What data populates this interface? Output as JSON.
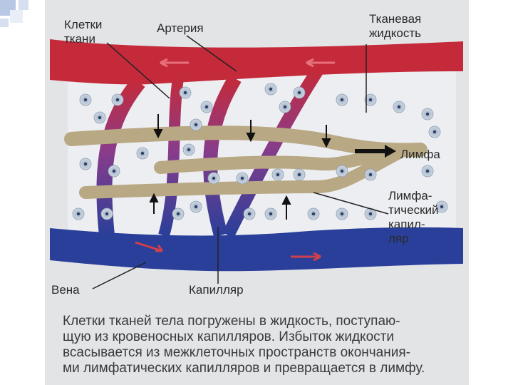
{
  "labels": {
    "tissue_cells": [
      "Клетки",
      "ткани"
    ],
    "artery": "Артерия",
    "tissue_fluid": [
      "Тканевая",
      "жидкость"
    ],
    "lymph": "Лимфа",
    "lymph_capillary": [
      "Лимфа-",
      "тический",
      "капил-",
      "ляр"
    ],
    "vein": "Вена",
    "capillary": "Капилляр"
  },
  "caption": [
    "Клетки тканей тела погружены в жидкость, поступаю-",
    "щую из кровеносных капилляров. Избыток жидкости",
    "всасывается из межклеточных пространств окончания-",
    "ми лимфатических капилляров и превращается в лимфу."
  ],
  "colors": {
    "artery": "#c42a3a",
    "vein": "#2a3f9a",
    "lymph": "#b9a884",
    "panel": "#e2e4e6",
    "corner_deco": "#9fb4d8"
  }
}
